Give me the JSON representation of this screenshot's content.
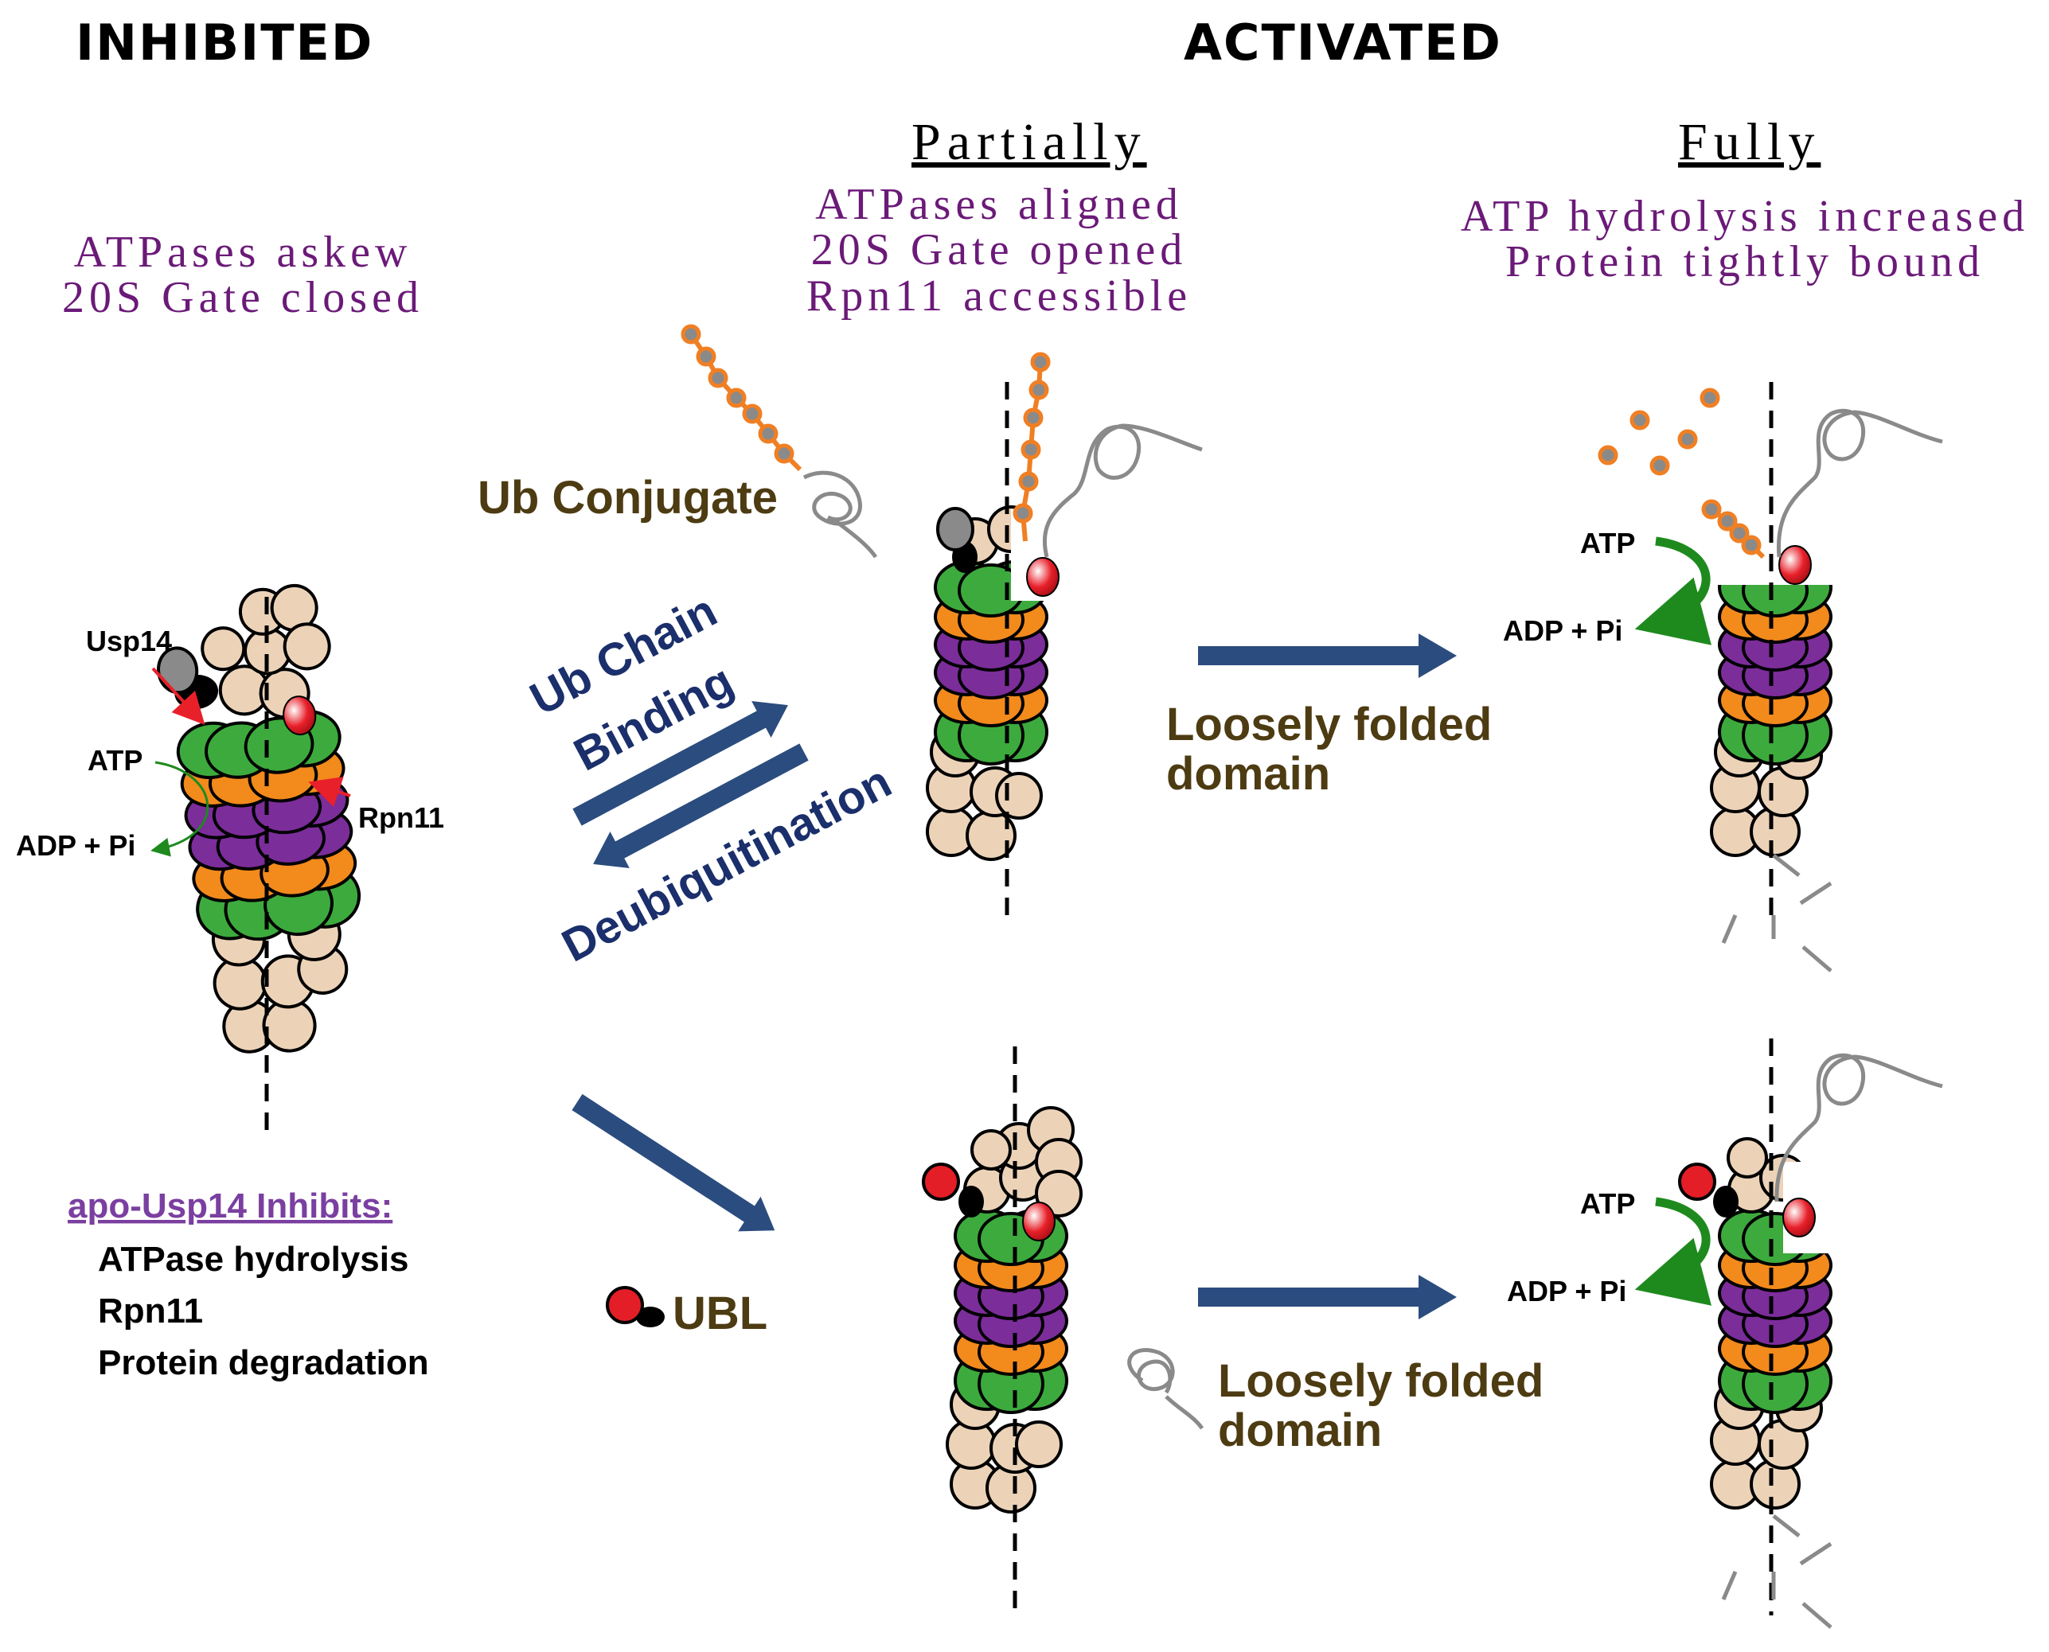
{
  "headers": {
    "inhibited": "INHIBITED",
    "activated": "ACTIVATED"
  },
  "subheaders": {
    "partially": "Partially",
    "fully": "Fully"
  },
  "states": {
    "inhibited_1": "ATPases askew",
    "inhibited_2": "20S Gate closed",
    "partial_1": "ATPases aligned",
    "partial_2": "20S Gate opened",
    "partial_3": "Rpn11 accessible",
    "full_1": "ATP hydrolysis increased",
    "full_2": "Protein tightly bound"
  },
  "labels": {
    "usp14": "Usp14",
    "atp": "ATP",
    "adp_pi": "ADP + Pi",
    "rpn11": "Rpn11",
    "ub_conjugate": "Ub Conjugate",
    "ub_chain_binding_1": "Ub Chain",
    "ub_chain_binding_2": "Binding",
    "deubiquitination": "Deubiquitination",
    "loosely_folded_1": "Loosely folded",
    "loosely_folded_2": "domain",
    "ubl": "UBL"
  },
  "inhibits": {
    "title": "apo-Usp14 Inhibits:",
    "items": [
      "ATPase hydrolysis",
      "Rpn11",
      "Protein degradation"
    ]
  },
  "colors": {
    "state_text": "#6b1a78",
    "brown_text": "#4d3b12",
    "blue_text": "#1a2f6b",
    "arrow_blue": "#2b4c7e",
    "ring_green": "#3daa3d",
    "ring_orange": "#f28a1c",
    "ring_purple": "#7b2d9a",
    "cap_beige": "#ecd3b8",
    "rpn11_red": "#e8202a",
    "ubiquitin_orange": "#f07f23",
    "ubl_red": "#e41e26",
    "inhibit_arrow": "#e8202a",
    "atp_arrow": "#1e8a1e"
  }
}
